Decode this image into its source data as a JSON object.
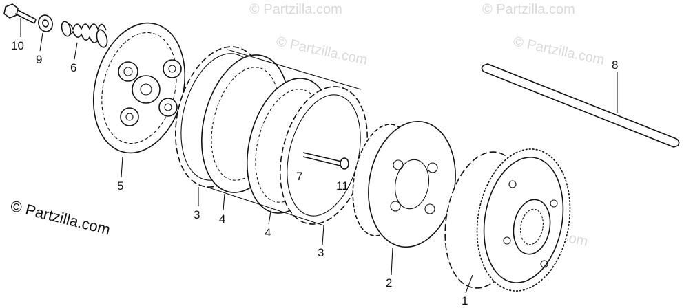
{
  "diagram": {
    "watermark": "© Partzilla.com",
    "copyright": "© Partzilla.com",
    "callouts": [
      {
        "id": "1",
        "label": "1"
      },
      {
        "id": "2",
        "label": "2"
      },
      {
        "id": "3a",
        "label": "3"
      },
      {
        "id": "3b",
        "label": "3"
      },
      {
        "id": "4a",
        "label": "4"
      },
      {
        "id": "4b",
        "label": "4"
      },
      {
        "id": "5",
        "label": "5"
      },
      {
        "id": "6",
        "label": "6"
      },
      {
        "id": "7",
        "label": "7"
      },
      {
        "id": "8",
        "label": "8"
      },
      {
        "id": "9",
        "label": "9"
      },
      {
        "id": "10",
        "label": "10"
      },
      {
        "id": "11",
        "label": "11"
      }
    ]
  }
}
